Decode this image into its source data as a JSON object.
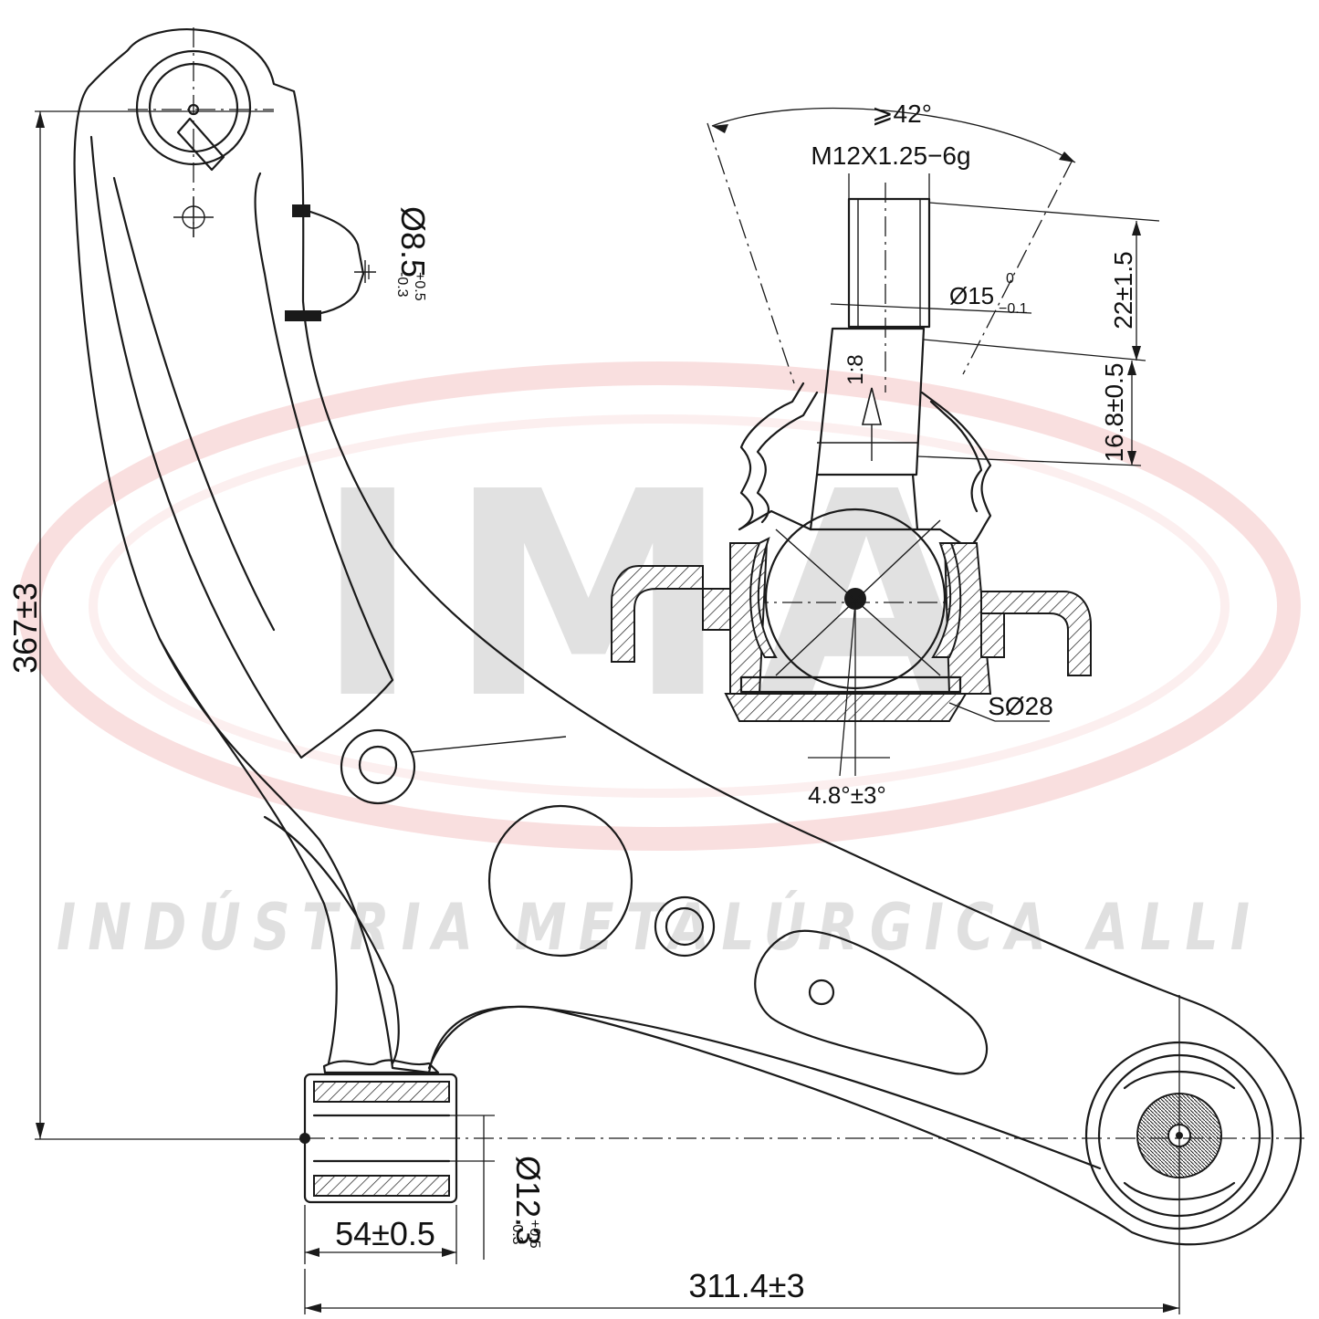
{
  "watermark": {
    "logo_text": "IMA",
    "company": "INDÚSTRIA METALÚRGICA ALLI",
    "ring_color": "#f2b8b8",
    "letter_color": "#bdbdbd"
  },
  "dimensions": {
    "overall_height": "367±3",
    "overall_length": "311.4±3",
    "bushing_width": "54±0.5",
    "bushing_bore": "Ø12.3",
    "bushing_bore_tol_upper": "+0.5",
    "bushing_bore_tol_lower": "-0.3",
    "bracket_hole": "Ø8.5",
    "bracket_hole_tol_upper": "+0.5",
    "bracket_hole_tol_lower": "-0.3",
    "ball_joint_angle": "⩾42°",
    "thread_spec": "M12X1.25−6g",
    "stud_diameter": "Ø15",
    "stud_diameter_tol_upper": "0",
    "stud_diameter_tol_lower": "−0.1",
    "taper": "1:8",
    "thread_length": "22±1.5",
    "taper_length": "16.8±0.5",
    "ball_diameter": "SØ28",
    "tilt_angle": "4.8°±3°"
  }
}
